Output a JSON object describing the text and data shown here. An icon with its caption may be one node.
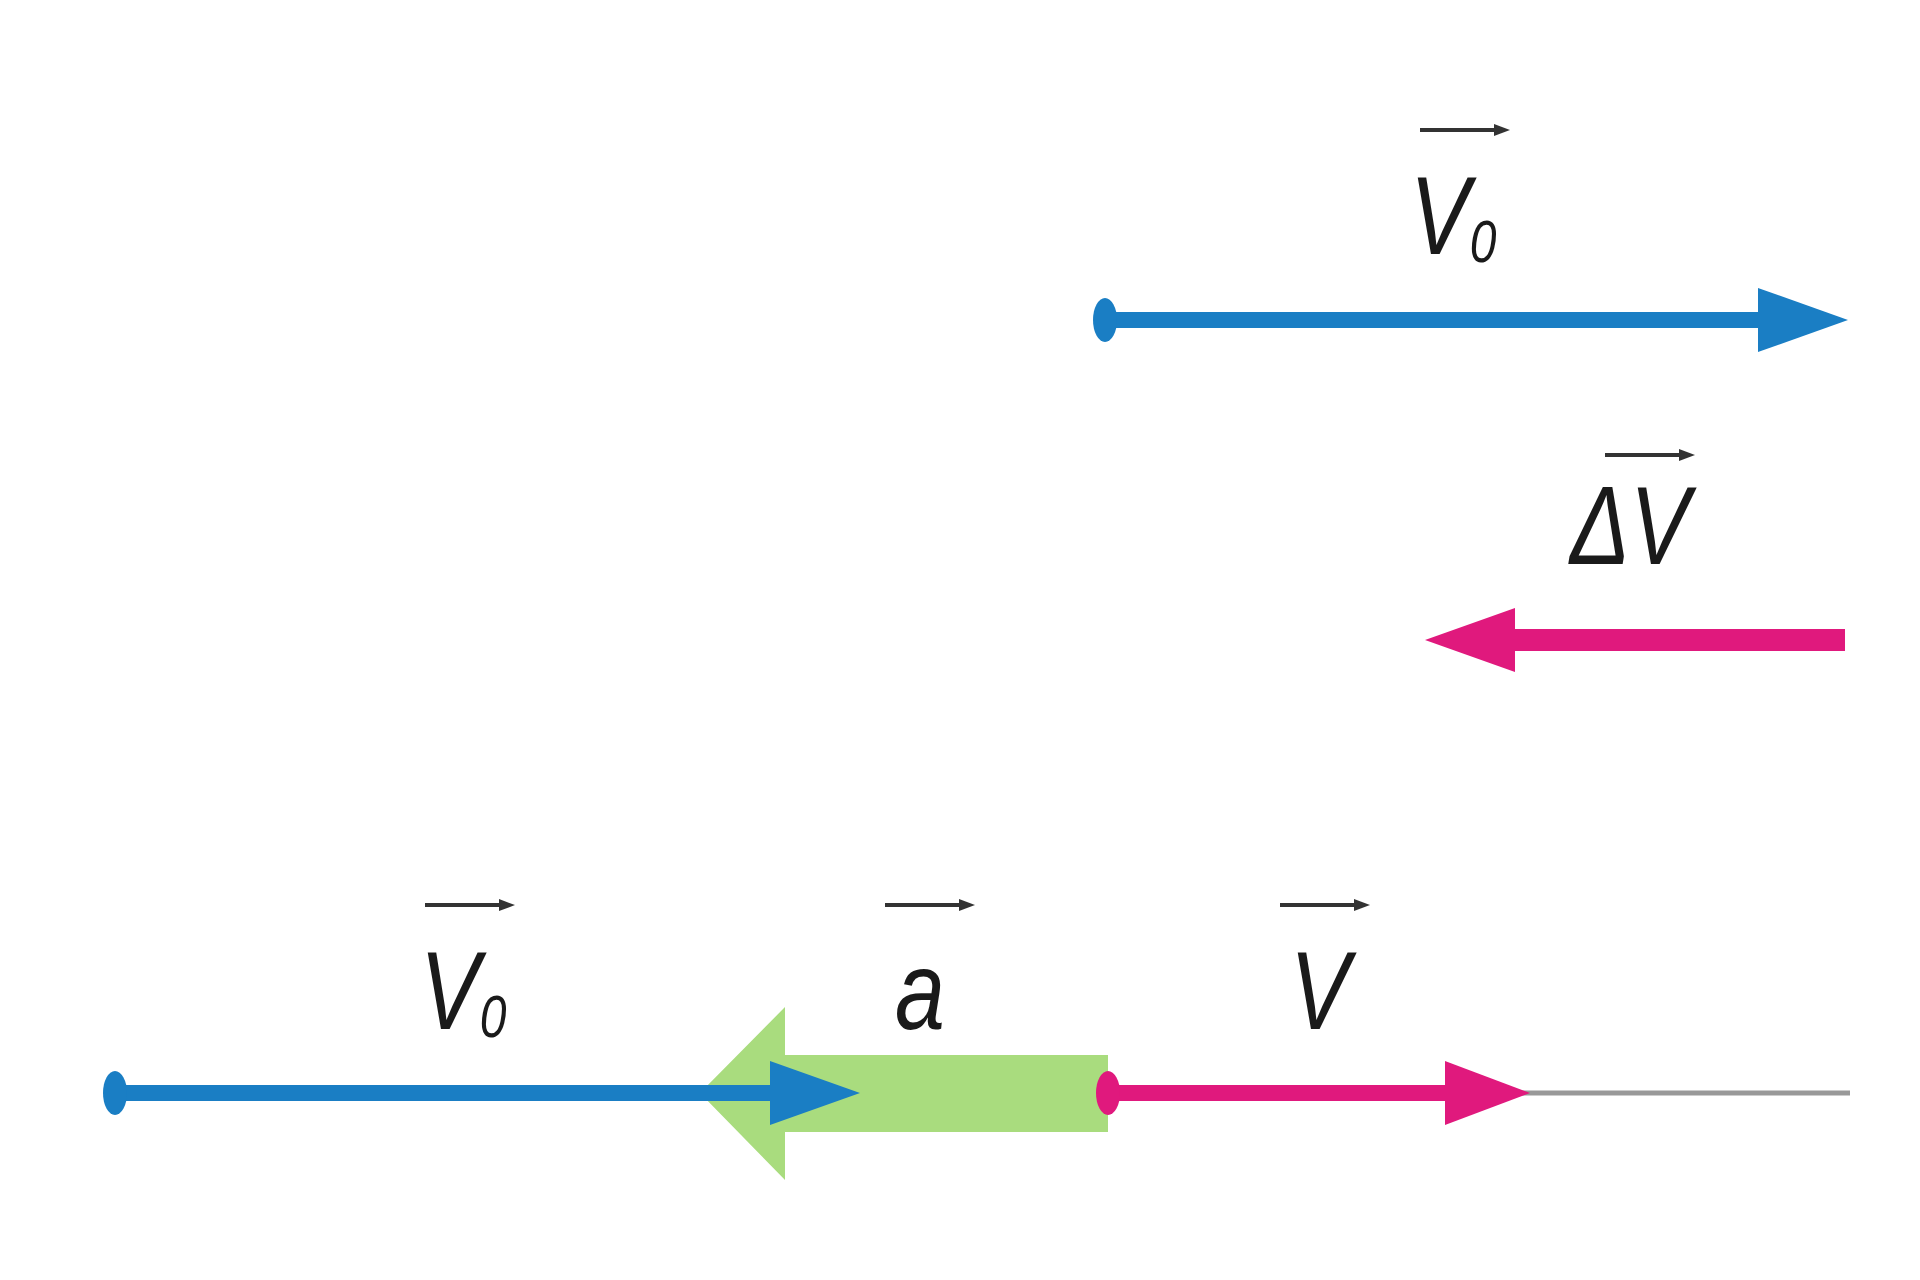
{
  "diagram": {
    "labels": [
      "V$_{0}$",
      "ΔV",
      "V$_{0}$",
      "a",
      "V"
    ]
  }
}
